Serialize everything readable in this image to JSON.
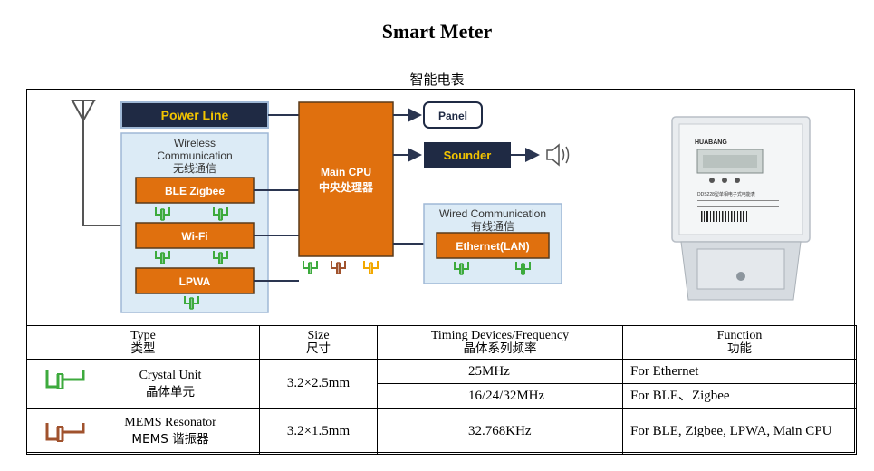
{
  "title": "Smart Meter",
  "subtitle": "智能电表",
  "diagram": {
    "power_line": "Power Line",
    "wireless": {
      "title_en_1": "Wireless",
      "title_en_2": "Communication",
      "title_cn": "无线通信"
    },
    "modules": [
      "BLE Zigbee",
      "Wi-Fi",
      "LPWA"
    ],
    "cpu": {
      "en": "Main CPU",
      "cn": "中央处理器"
    },
    "panel": "Panel",
    "sounder": "Sounder",
    "wired": {
      "title_en": "Wired Communication",
      "title_cn": "有线通信",
      "module": "Ethernet(LAN)"
    },
    "meter_brand": "HUABANG",
    "meter_model": "DDS228型单相电子式电能表"
  },
  "table": {
    "headers": [
      {
        "en": "Type",
        "cn": "类型"
      },
      {
        "en": "Size",
        "cn": "尺寸"
      },
      {
        "en": "Timing Devices/Frequency",
        "cn": "晶体系列频率"
      },
      {
        "en": "Function",
        "cn": "功能"
      }
    ],
    "crystal": {
      "name": "Crystal Unit",
      "name_cn": "晶体单元",
      "size": "3.2×2.5mm",
      "freq_1": "25MHz",
      "func_1": "For Ethernet",
      "freq_2": "16/24/32MHz",
      "func_2": "For BLE、Zigbee"
    },
    "mems": {
      "name": "MEMS Resonator",
      "name_cn": "MEMS 谐振器",
      "size": "3.2×1.5mm",
      "freq": "32.768KHz",
      "func": "For BLE, Zigbee, LPWA, Main CPU"
    }
  },
  "colors": {
    "orange": "#E0700E",
    "navy": "#1F2A44",
    "panel_bg": "#DCEBF6",
    "crystal_green": "#3DAA3D",
    "mems_brown": "#A0522D",
    "yellow": "#F2A800"
  }
}
